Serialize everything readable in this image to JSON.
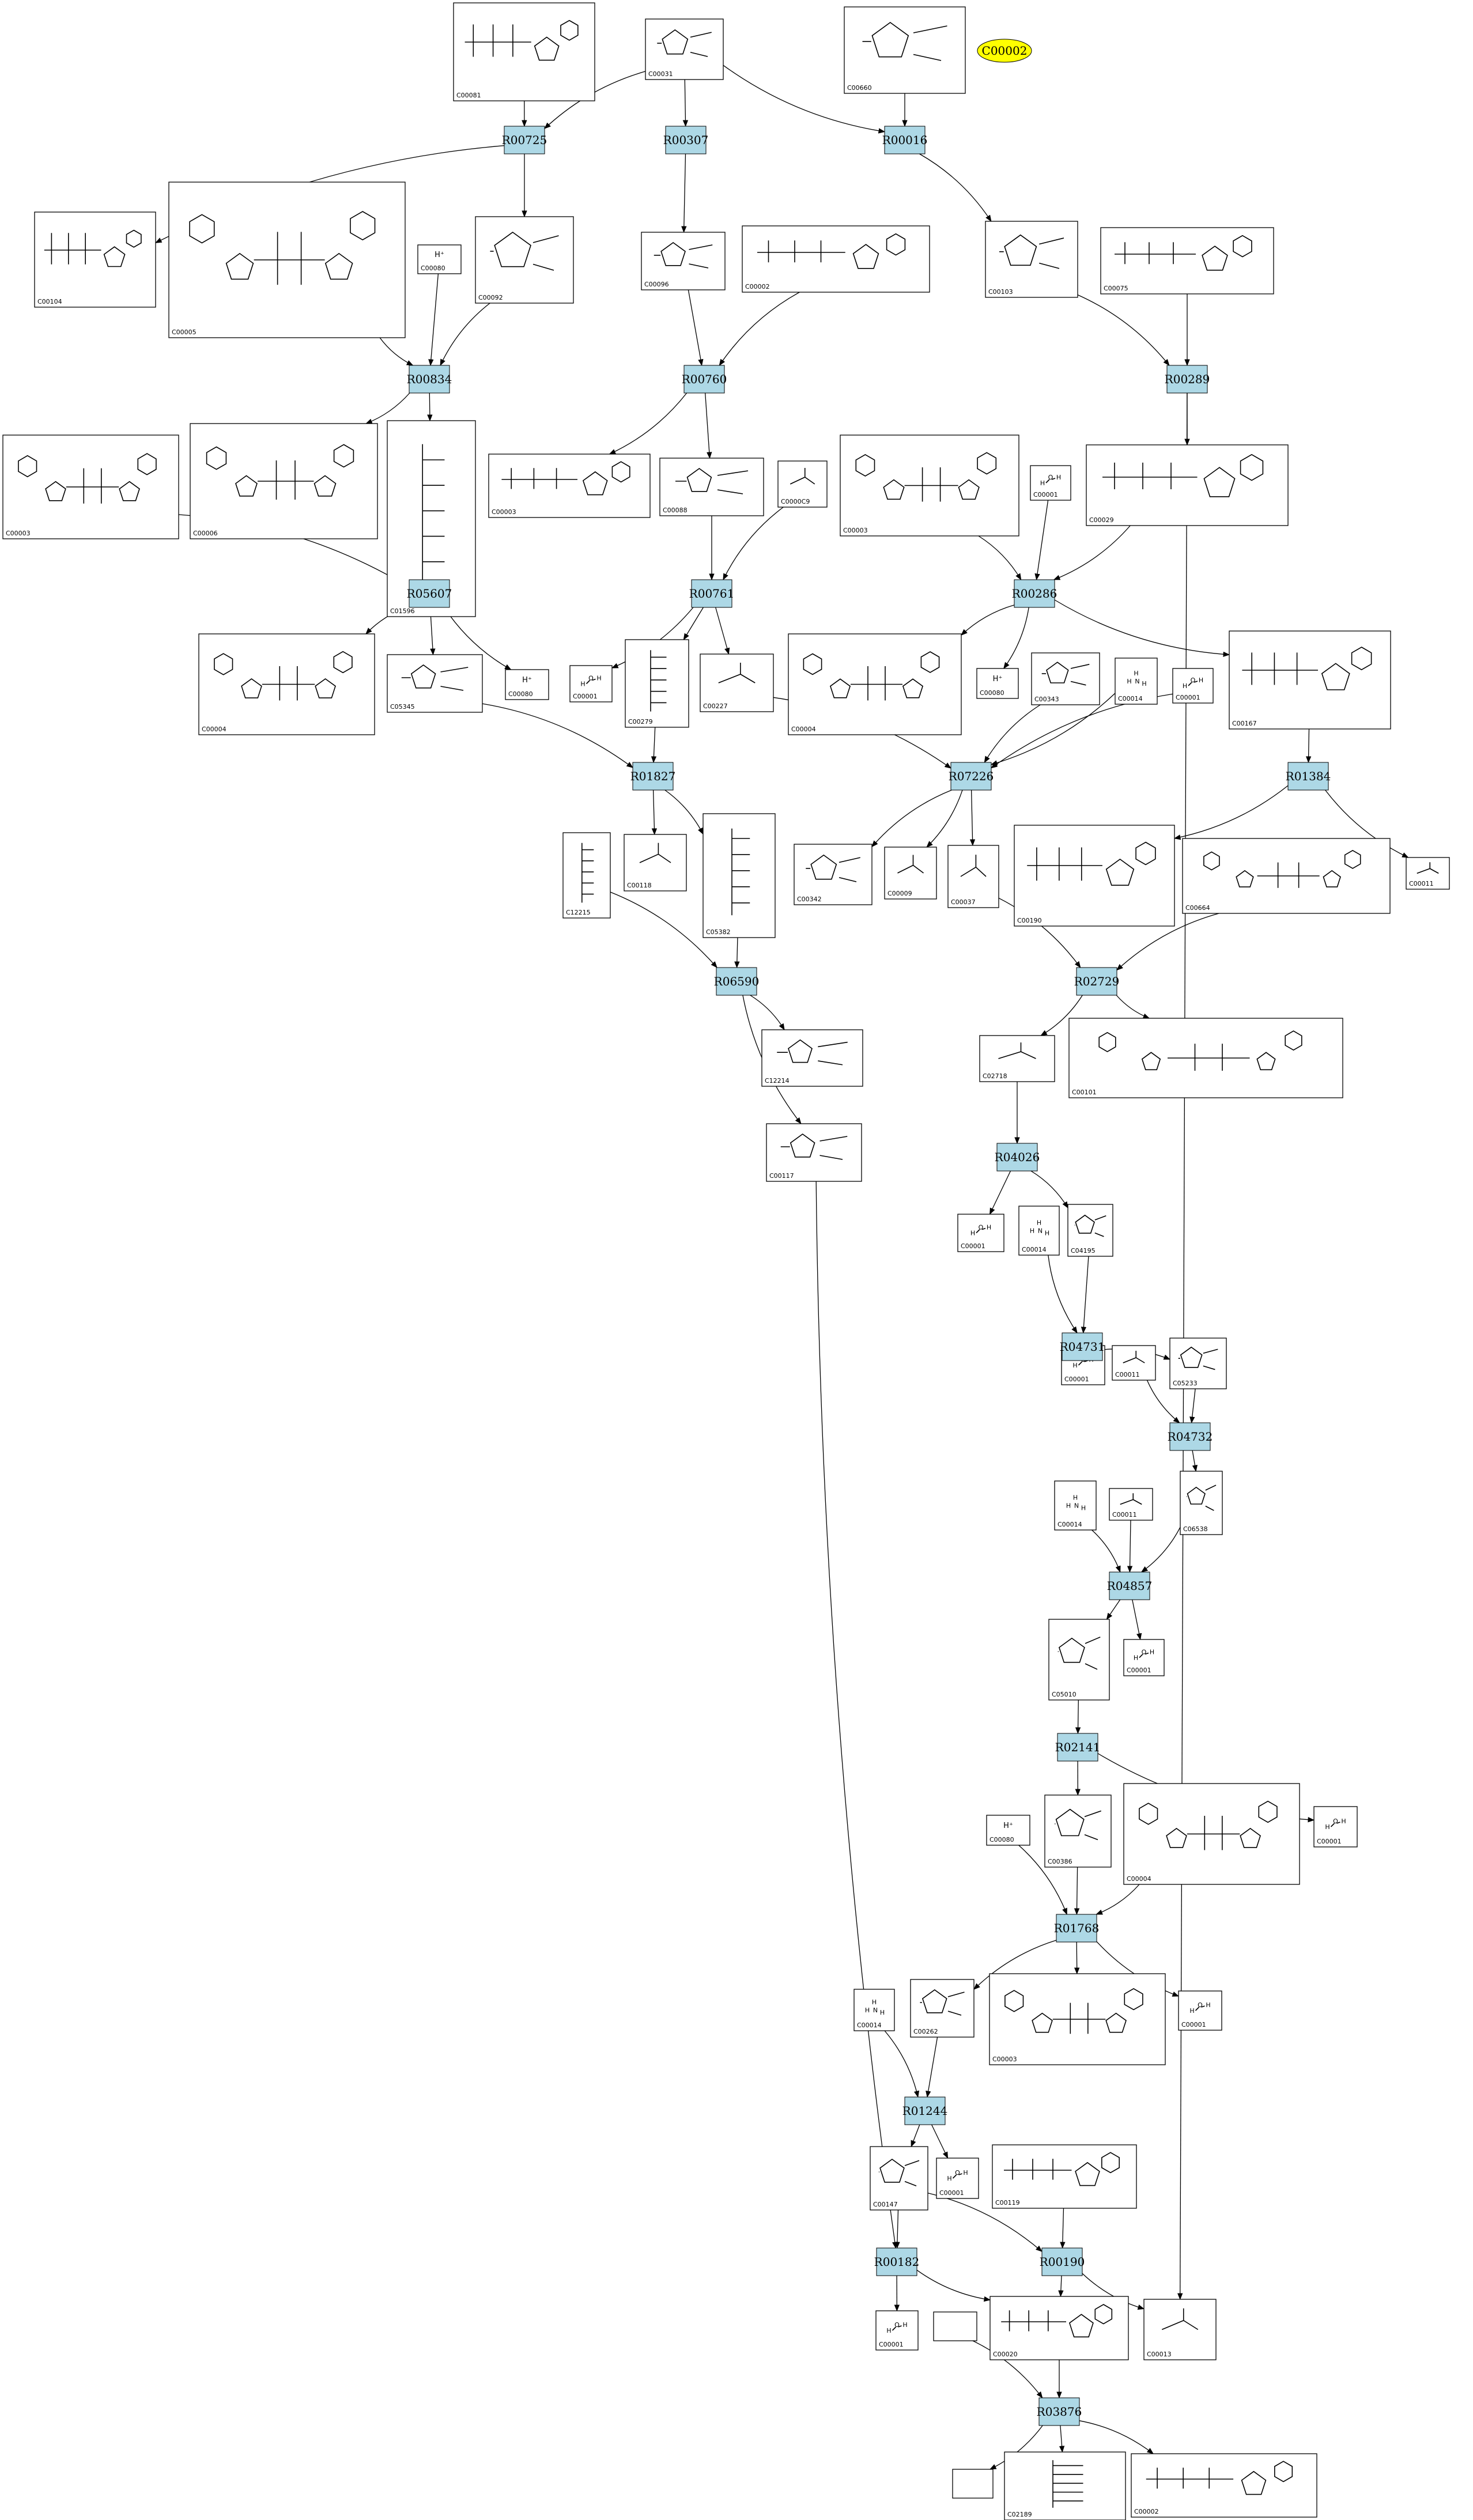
{
  "colors": {
    "reaction_fill": "#add8e6",
    "compound_fill": "#ffffff",
    "highlight_fill": "#ffff00",
    "stroke": "#000000"
  },
  "highlight": {
    "label": "C00002"
  },
  "reactions": [
    {
      "id": "R00725",
      "label": "R00725"
    },
    {
      "id": "R00307",
      "label": "R00307"
    },
    {
      "id": "R00016",
      "label": "R00016"
    },
    {
      "id": "R00834",
      "label": "R00834"
    },
    {
      "id": "R00760",
      "label": "R00760"
    },
    {
      "id": "R00289",
      "label": "R00289"
    },
    {
      "id": "R05607",
      "label": "R05607"
    },
    {
      "id": "R00761",
      "label": "R00761"
    },
    {
      "id": "R00286",
      "label": "R00286"
    },
    {
      "id": "R01827",
      "label": "R01827"
    },
    {
      "id": "R07226",
      "label": "R07226"
    },
    {
      "id": "R01384",
      "label": "R01384"
    },
    {
      "id": "R06590",
      "label": "R06590"
    },
    {
      "id": "R02729",
      "label": "R02729"
    },
    {
      "id": "R04026",
      "label": "R04026"
    },
    {
      "id": "R04731",
      "label": "R04731"
    },
    {
      "id": "R04732",
      "label": "R04732"
    },
    {
      "id": "R04857",
      "label": "R04857"
    },
    {
      "id": "R02141",
      "label": "R02141"
    },
    {
      "id": "R01768",
      "label": "R01768"
    },
    {
      "id": "R01244",
      "label": "R01244"
    },
    {
      "id": "R00182",
      "label": "R00182"
    },
    {
      "id": "R00190",
      "label": "R00190"
    },
    {
      "id": "R03876",
      "label": "R03876"
    }
  ],
  "compounds": [
    {
      "id": "c1",
      "label": "C00081",
      "glyph": "nuc"
    },
    {
      "id": "c2",
      "label": "C00031",
      "glyph": "ring"
    },
    {
      "id": "c3",
      "label": "C00660",
      "glyph": "ring"
    },
    {
      "id": "c4",
      "label": "C00104",
      "glyph": "nuc"
    },
    {
      "id": "c5",
      "label": "C00005",
      "glyph": "big"
    },
    {
      "id": "c6",
      "label": "C00080",
      "glyph": "hplus",
      "text": "H⁺"
    },
    {
      "id": "c7",
      "label": "C00092",
      "glyph": "ring"
    },
    {
      "id": "c8",
      "label": "C00096",
      "glyph": "ring"
    },
    {
      "id": "c9",
      "label": "C00002",
      "glyph": "nuc"
    },
    {
      "id": "c10",
      "label": "C00103",
      "glyph": "ring"
    },
    {
      "id": "c11",
      "label": "C00075",
      "glyph": "nuc"
    },
    {
      "id": "c12",
      "label": "C00003",
      "glyph": "big"
    },
    {
      "id": "c13",
      "label": "C00006",
      "glyph": "big"
    },
    {
      "id": "c14",
      "label": "C01596",
      "glyph": "chain"
    },
    {
      "id": "c15",
      "label": "C00003",
      "glyph": "nuc"
    },
    {
      "id": "c16",
      "label": "C00088",
      "glyph": "ring"
    },
    {
      "id": "c17",
      "label": "C0000C9",
      "glyph": "small"
    },
    {
      "id": "c18",
      "label": "C00003",
      "glyph": "big"
    },
    {
      "id": "c19",
      "label": "C00001",
      "glyph": "water"
    },
    {
      "id": "c20",
      "label": "C00029",
      "glyph": "nuc"
    },
    {
      "id": "c21",
      "label": "C00004",
      "glyph": "big"
    },
    {
      "id": "c22",
      "label": "C05345",
      "glyph": "ring"
    },
    {
      "id": "c23",
      "label": "C00080",
      "glyph": "hplus",
      "text": "H⁺"
    },
    {
      "id": "c24",
      "label": "C00001",
      "glyph": "water"
    },
    {
      "id": "c25",
      "label": "C00279",
      "glyph": "chain"
    },
    {
      "id": "c26",
      "label": "C00227",
      "glyph": "small"
    },
    {
      "id": "c27",
      "label": "C00004",
      "glyph": "big"
    },
    {
      "id": "c28",
      "label": "C00080",
      "glyph": "hplus",
      "text": "H⁺"
    },
    {
      "id": "c29",
      "label": "C00343",
      "glyph": "ring"
    },
    {
      "id": "c30",
      "label": "C00014",
      "glyph": "nh3"
    },
    {
      "id": "c31",
      "label": "C00001",
      "glyph": "water"
    },
    {
      "id": "c32",
      "label": "C00167",
      "glyph": "nuc"
    },
    {
      "id": "c33",
      "label": "C12215",
      "glyph": "chain"
    },
    {
      "id": "c34",
      "label": "C00118",
      "glyph": "small"
    },
    {
      "id": "c35",
      "label": "C05382",
      "glyph": "chain"
    },
    {
      "id": "c36",
      "label": "C00342",
      "glyph": "ring"
    },
    {
      "id": "c37",
      "label": "C00009",
      "glyph": "small"
    },
    {
      "id": "c38",
      "label": "C00037",
      "glyph": "small"
    },
    {
      "id": "c39",
      "label": "C00190",
      "glyph": "nuc"
    },
    {
      "id": "c40",
      "label": "C00664",
      "glyph": "big"
    },
    {
      "id": "c41",
      "label": "C00011",
      "glyph": "small"
    },
    {
      "id": "c42",
      "label": "C12214",
      "glyph": "ring"
    },
    {
      "id": "c43",
      "label": "C00117",
      "glyph": "ring"
    },
    {
      "id": "c44",
      "label": "C02718",
      "glyph": "small"
    },
    {
      "id": "c45",
      "label": "C00101",
      "glyph": "big"
    },
    {
      "id": "c46",
      "label": "C00001",
      "glyph": "water"
    },
    {
      "id": "c47",
      "label": "C00014",
      "glyph": "nh3"
    },
    {
      "id": "c48",
      "label": "C04195",
      "glyph": "ring"
    },
    {
      "id": "c49",
      "label": "C00001",
      "glyph": "water"
    },
    {
      "id": "c50",
      "label": "C00011",
      "glyph": "small"
    },
    {
      "id": "c51",
      "label": "C05233",
      "glyph": "ring"
    },
    {
      "id": "c52",
      "label": "C00014",
      "glyph": "nh3"
    },
    {
      "id": "c53",
      "label": "C00011",
      "glyph": "small"
    },
    {
      "id": "c54",
      "label": "C06538",
      "glyph": "ring"
    },
    {
      "id": "c55",
      "label": "C05010",
      "glyph": "ring"
    },
    {
      "id": "c56",
      "label": "C00001",
      "glyph": "water"
    },
    {
      "id": "c57",
      "label": "C00080",
      "glyph": "hplus",
      "text": "H⁺"
    },
    {
      "id": "c58",
      "label": "C00386",
      "glyph": "ring"
    },
    {
      "id": "c59",
      "label": "C00004",
      "glyph": "big"
    },
    {
      "id": "c60",
      "label": "C00001",
      "glyph": "water"
    },
    {
      "id": "c61",
      "label": "C00014",
      "glyph": "nh3"
    },
    {
      "id": "c62",
      "label": "C00262",
      "glyph": "ring"
    },
    {
      "id": "c63",
      "label": "C00003",
      "glyph": "big"
    },
    {
      "id": "c64",
      "label": "C00001",
      "glyph": "water"
    },
    {
      "id": "c65",
      "label": "C00147",
      "glyph": "ring"
    },
    {
      "id": "c66",
      "label": "C00001",
      "glyph": "water"
    },
    {
      "id": "c67",
      "label": "C00119",
      "glyph": "nuc"
    },
    {
      "id": "c68",
      "label": "C00001",
      "glyph": "water"
    },
    {
      "id": "c69",
      "label": "",
      "glyph": "empty"
    },
    {
      "id": "c70",
      "label": "C00020",
      "glyph": "nuc"
    },
    {
      "id": "c71",
      "label": "C00013",
      "glyph": "small"
    },
    {
      "id": "c72",
      "label": "",
      "glyph": "empty"
    },
    {
      "id": "c73",
      "label": "C02189",
      "glyph": "chain"
    },
    {
      "id": "c74",
      "label": "C00002",
      "glyph": "nuc"
    }
  ],
  "edges": [
    {
      "from": "c1",
      "to": "R00725"
    },
    {
      "from": "c2",
      "to": "R00725"
    },
    {
      "from": "c2",
      "to": "R00307"
    },
    {
      "from": "c2",
      "to": "R00016"
    },
    {
      "from": "c3",
      "to": "R00016"
    },
    {
      "from": "R00725",
      "to": "c4"
    },
    {
      "from": "R00725",
      "to": "c7"
    },
    {
      "from": "R00307",
      "to": "c8"
    },
    {
      "from": "R00016",
      "to": "c10"
    },
    {
      "from": "c5",
      "to": "R00834"
    },
    {
      "from": "c6",
      "to": "R00834"
    },
    {
      "from": "c7",
      "to": "R00834"
    },
    {
      "from": "c8",
      "to": "R00760"
    },
    {
      "from": "c9",
      "to": "R00760"
    },
    {
      "from": "c10",
      "to": "R00289"
    },
    {
      "from": "c11",
      "to": "R00289"
    },
    {
      "from": "R00834",
      "to": "c13"
    },
    {
      "from": "R00834",
      "to": "c14"
    },
    {
      "from": "R00760",
      "to": "c15"
    },
    {
      "from": "R00760",
      "to": "c16"
    },
    {
      "from": "R00289",
      "to": "c20"
    },
    {
      "from": "R00289",
      "to": "c71"
    },
    {
      "from": "c12",
      "to": "R05607"
    },
    {
      "from": "c14",
      "to": "R05607"
    },
    {
      "from": "c16",
      "to": "R00761"
    },
    {
      "from": "c17",
      "to": "R00761"
    },
    {
      "from": "c18",
      "to": "R00286"
    },
    {
      "from": "c19",
      "to": "R00286"
    },
    {
      "from": "c20",
      "to": "R00286"
    },
    {
      "from": "R05607",
      "to": "c21"
    },
    {
      "from": "R05607",
      "to": "c22"
    },
    {
      "from": "R05607",
      "to": "c23"
    },
    {
      "from": "R00761",
      "to": "c24"
    },
    {
      "from": "R00761",
      "to": "c25"
    },
    {
      "from": "R00761",
      "to": "c26"
    },
    {
      "from": "R00286",
      "to": "c27"
    },
    {
      "from": "R00286",
      "to": "c28"
    },
    {
      "from": "R00286",
      "to": "c32"
    },
    {
      "from": "c22",
      "to": "R01827"
    },
    {
      "from": "c25",
      "to": "R01827"
    },
    {
      "from": "c26",
      "to": "R07226"
    },
    {
      "from": "c29",
      "to": "R07226"
    },
    {
      "from": "c30",
      "to": "R07226"
    },
    {
      "from": "c31",
      "to": "R07226"
    },
    {
      "from": "c32",
      "to": "R01384"
    },
    {
      "from": "R01827",
      "to": "c34"
    },
    {
      "from": "R01827",
      "to": "c35"
    },
    {
      "from": "R07226",
      "to": "c36"
    },
    {
      "from": "R07226",
      "to": "c37"
    },
    {
      "from": "R07226",
      "to": "c38"
    },
    {
      "from": "R01384",
      "to": "c39"
    },
    {
      "from": "R01384",
      "to": "c41"
    },
    {
      "from": "c33",
      "to": "R06590"
    },
    {
      "from": "c35",
      "to": "R06590"
    },
    {
      "from": "R06590",
      "to": "c42"
    },
    {
      "from": "R06590",
      "to": "c43"
    },
    {
      "from": "c38",
      "to": "R02729"
    },
    {
      "from": "c40",
      "to": "R02729"
    },
    {
      "from": "R02729",
      "to": "c44"
    },
    {
      "from": "R02729",
      "to": "c45"
    },
    {
      "from": "c44",
      "to": "R04026"
    },
    {
      "from": "R04026",
      "to": "c46"
    },
    {
      "from": "R04026",
      "to": "c48"
    },
    {
      "from": "c47",
      "to": "R04731"
    },
    {
      "from": "c48",
      "to": "R04731"
    },
    {
      "from": "R04731",
      "to": "c49"
    },
    {
      "from": "R04731",
      "to": "c51"
    },
    {
      "from": "c50",
      "to": "R04732"
    },
    {
      "from": "c51",
      "to": "R04732"
    },
    {
      "from": "R04732",
      "to": "c54"
    },
    {
      "from": "c52",
      "to": "R04857"
    },
    {
      "from": "c53",
      "to": "R04857"
    },
    {
      "from": "c54",
      "to": "R04857"
    },
    {
      "from": "R04857",
      "to": "c55"
    },
    {
      "from": "R04857",
      "to": "c56"
    },
    {
      "from": "c55",
      "to": "R02141"
    },
    {
      "from": "R02141",
      "to": "c58"
    },
    {
      "from": "R02141",
      "to": "c60"
    },
    {
      "from": "c57",
      "to": "R01768"
    },
    {
      "from": "c58",
      "to": "R01768"
    },
    {
      "from": "c59",
      "to": "R01768"
    },
    {
      "from": "R01768",
      "to": "c62"
    },
    {
      "from": "R01768",
      "to": "c63"
    },
    {
      "from": "R01768",
      "to": "c64"
    },
    {
      "from": "c61",
      "to": "R01244"
    },
    {
      "from": "c62",
      "to": "R01244"
    },
    {
      "from": "R01244",
      "to": "c65"
    },
    {
      "from": "R01244",
      "to": "c66"
    },
    {
      "from": "c65",
      "to": "R00182"
    },
    {
      "from": "c43",
      "to": "R00182"
    },
    {
      "from": "c65",
      "to": "R00190"
    },
    {
      "from": "c67",
      "to": "R00190"
    },
    {
      "from": "R00182",
      "to": "c68"
    },
    {
      "from": "R00182",
      "to": "c70"
    },
    {
      "from": "R00190",
      "to": "c70"
    },
    {
      "from": "R00190",
      "to": "c71"
    },
    {
      "from": "c69",
      "to": "R03876"
    },
    {
      "from": "c70",
      "to": "R03876"
    },
    {
      "from": "R03876",
      "to": "c72"
    },
    {
      "from": "R03876",
      "to": "c73"
    },
    {
      "from": "R03876",
      "to": "c74"
    }
  ]
}
